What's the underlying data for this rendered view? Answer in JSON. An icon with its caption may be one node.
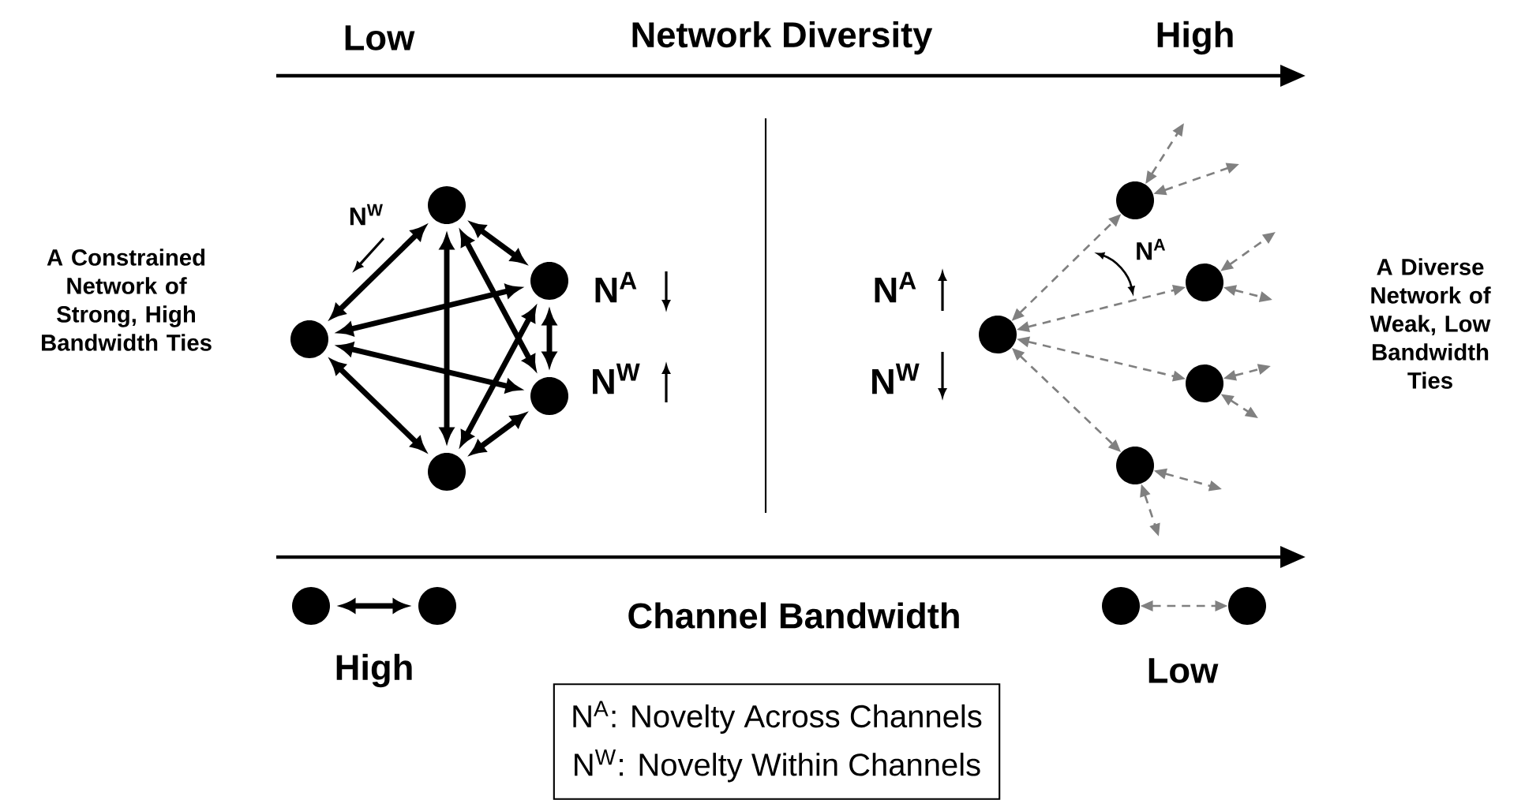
{
  "diagram": {
    "nodes": [
      {
        "text": [],
        "shape": "circle"
      },
      {
        "text": [],
        "shape": "circle"
      },
      {
        "text": [],
        "shape": "circle"
      },
      {
        "text": [],
        "shape": "circle"
      },
      {
        "text": [],
        "shape": "circle"
      },
      {
        "text": [],
        "shape": "circle"
      },
      {
        "text": [],
        "shape": "circle"
      },
      {
        "text": [],
        "shape": "circle"
      },
      {
        "text": [],
        "shape": "circle"
      },
      {
        "text": [],
        "shape": "circle"
      },
      {
        "text": [],
        "shape": "circle"
      },
      {
        "text": [],
        "shape": "circle"
      },
      {
        "text": [],
        "shape": "circle"
      },
      {
        "text": [],
        "shape": "circle"
      },
      {
        "text": [
          "N$^{A}$: Novelty Across Channels",
          "N$^{W}$: Novelty Within Channels"
        ]
      }
    ],
    "edges": [
      {
        "from": 0,
        "to": 1,
        "arrow": "both",
        "style": "thick",
        "color": "#000000"
      },
      {
        "from": 0,
        "to": 2,
        "arrow": "both",
        "style": "thick",
        "color": "#000000"
      },
      {
        "from": 0,
        "to": 3,
        "arrow": "both",
        "style": "thick",
        "color": "#000000"
      },
      {
        "from": 0,
        "to": 4,
        "arrow": "both",
        "style": "thick",
        "color": "#000000"
      },
      {
        "from": 1,
        "to": 2,
        "arrow": "both",
        "style": "thick",
        "color": "#000000"
      },
      {
        "from": 1,
        "to": 3,
        "arrow": "both",
        "style": "thick",
        "color": "#000000"
      },
      {
        "from": 1,
        "to": 4,
        "arrow": "both",
        "style": "thick",
        "color": "#000000"
      },
      {
        "from": 2,
        "to": 3,
        "arrow": "both",
        "style": "thick",
        "color": "#000000"
      },
      {
        "from": 2,
        "to": 4,
        "arrow": "both",
        "style": "thick",
        "color": "#000000"
      },
      {
        "from": 3,
        "to": 4,
        "arrow": "both",
        "style": "thick",
        "color": "#000000"
      },
      {
        "from": 5,
        "to": 6,
        "arrow": "both",
        "style": "dashed",
        "color": "#808080"
      },
      {
        "from": 5,
        "to": 7,
        "arrow": "both",
        "style": "dashed",
        "color": "#808080"
      },
      {
        "from": 5,
        "to": 8,
        "arrow": "both",
        "style": "dashed",
        "color": "#808080"
      },
      {
        "from": 5,
        "to": 9,
        "arrow": "both",
        "style": "dashed",
        "color": "#808080"
      },
      {
        "from": 6,
        "to": null,
        "arrow": "both",
        "style": "dashed",
        "color": "#808080"
      },
      {
        "from": 6,
        "to": null,
        "arrow": "both",
        "style": "dashed",
        "color": "#808080"
      },
      {
        "from": 7,
        "to": null,
        "arrow": "both",
        "style": "dashed",
        "color": "#808080"
      },
      {
        "from": 7,
        "to": null,
        "arrow": "both",
        "style": "dashed",
        "color": "#808080"
      },
      {
        "from": 8,
        "to": null,
        "arrow": "both",
        "style": "dashed",
        "color": "#808080"
      },
      {
        "from": 8,
        "to": null,
        "arrow": "both",
        "style": "dashed",
        "color": "#808080"
      },
      {
        "from": 9,
        "to": null,
        "arrow": "both",
        "style": "dashed",
        "color": "#808080"
      },
      {
        "from": 9,
        "to": null,
        "arrow": "both",
        "style": "dashed",
        "color": "#808080"
      },
      {
        "from": 10,
        "to": 11,
        "arrow": "both",
        "style": "thick",
        "color": "#000000"
      },
      {
        "from": 12,
        "to": 13,
        "arrow": "both",
        "style": "dashed",
        "color": "#808080"
      }
    ],
    "labels": [
      "Low",
      "Network Diversity",
      "High",
      "A Constrained Network of Strong, High Bandwidth Ties",
      "N$^{W}$",
      "N$^{A}$",
      "N$^{W}$",
      "N$^{A}$",
      "N$^{A}$",
      "N$^{W}$",
      "A Diverse Network of Weak, Low Bandwidth Ties",
      "Channel Bandwidth",
      "High",
      "Low"
    ]
  }
}
